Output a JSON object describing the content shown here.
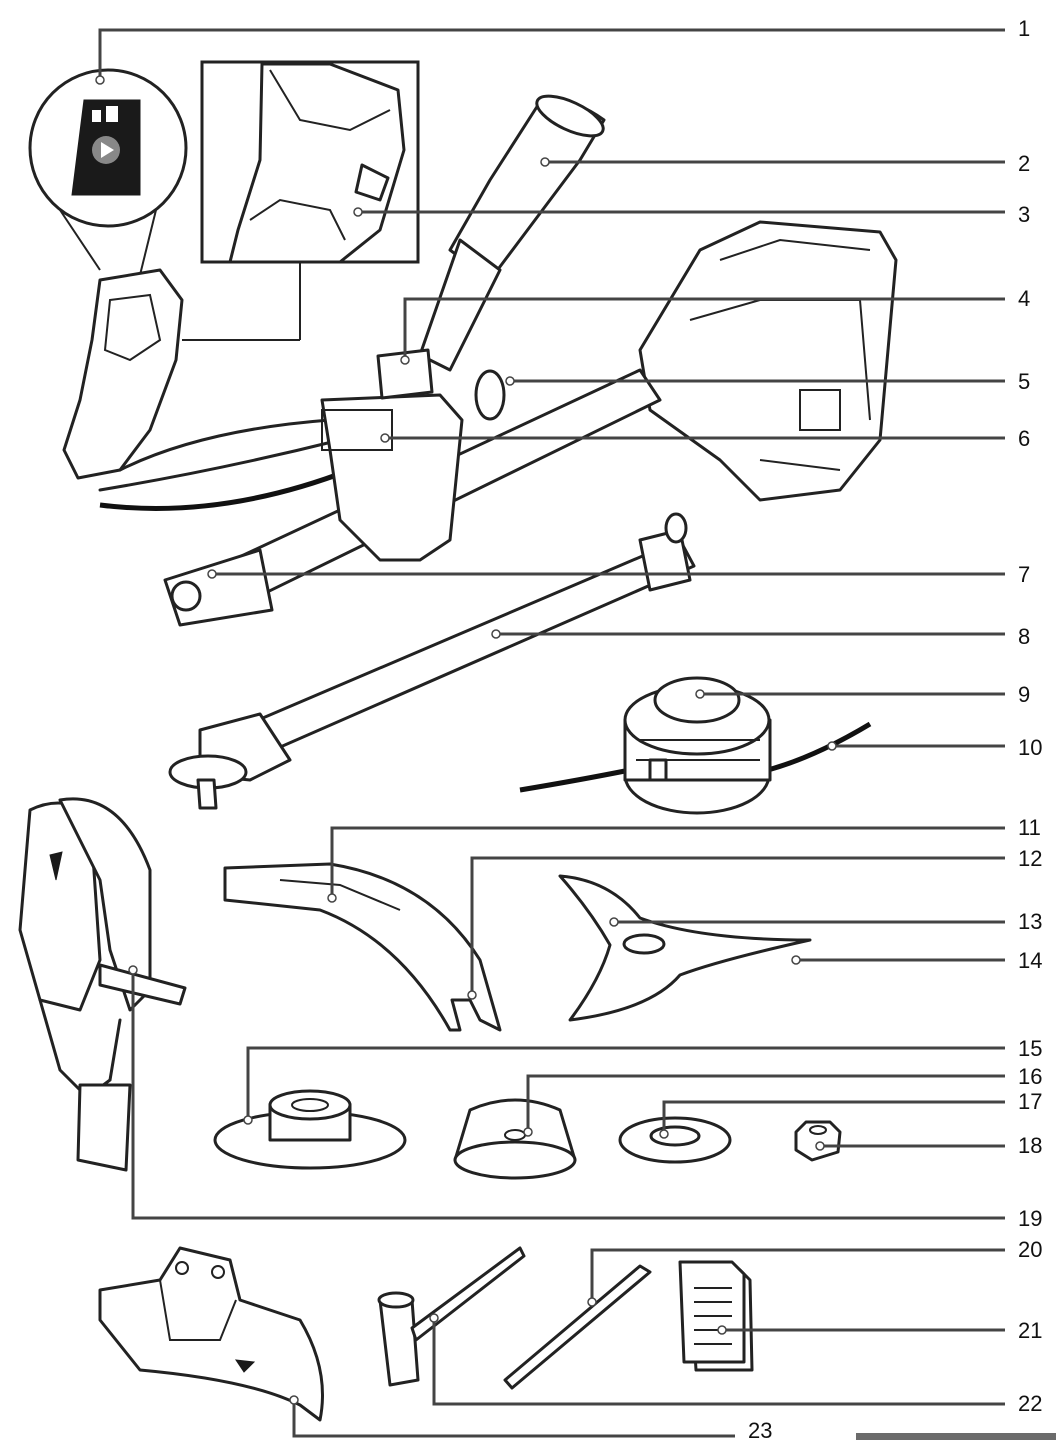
{
  "labels": [
    "1",
    "2",
    "3",
    "4",
    "5",
    "6",
    "7",
    "8",
    "9",
    "10",
    "11",
    "12",
    "13",
    "14",
    "15",
    "16",
    "17",
    "18",
    "19",
    "20",
    "21",
    "22",
    "23"
  ],
  "colors": {
    "outline": "#222222",
    "leader": "#444444",
    "fill": "#ffffff",
    "dark_panel": "#1a1a1a",
    "footer_bar": "#6b6b6b"
  },
  "icons": [
    "battery-indicator-icon",
    "play-button-icon"
  ]
}
